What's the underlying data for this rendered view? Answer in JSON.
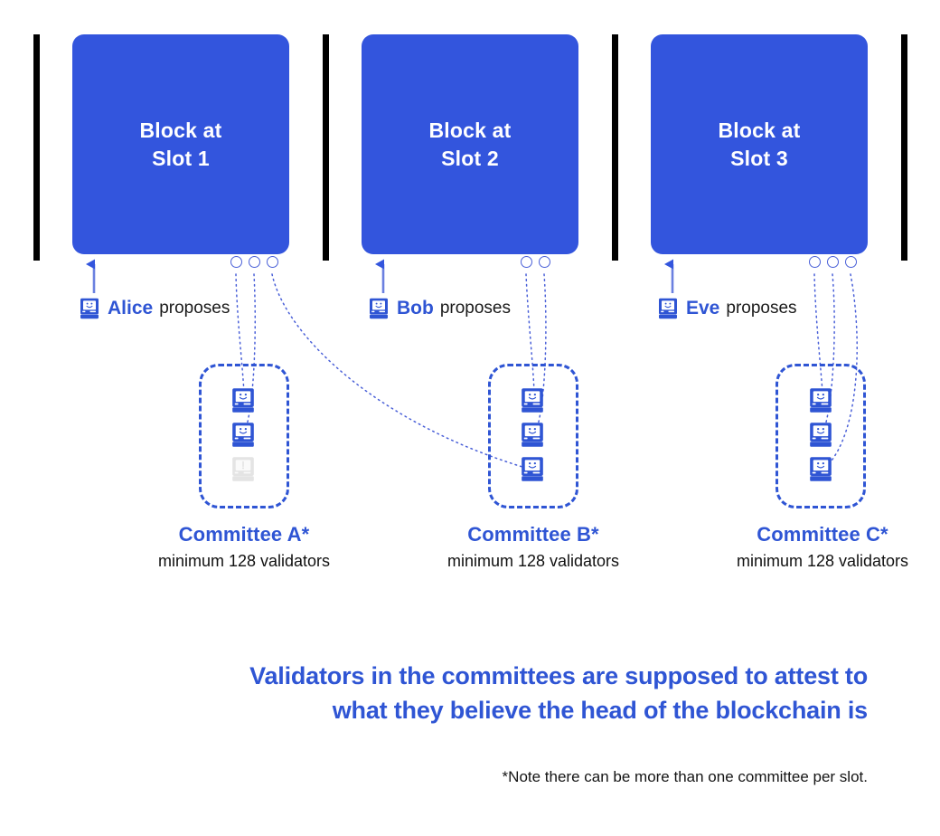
{
  "diagram": {
    "title": "Validators in the committees are supposed to attest to what they believe the head of the blockchain is",
    "colors": {
      "block_blue": "#3355dd",
      "accent_blue": "#2f55d4",
      "wire_blue": "#4a60d8",
      "separator_black": "#000000",
      "inactive_gray": "#e2e2e2",
      "text_black": "#111111",
      "white": "#ffffff"
    }
  },
  "slots": [
    {
      "id": "slot-1",
      "block_line_1": "Block at",
      "block_line_2": "Slot 1",
      "proposer_name": "Alice",
      "proposer_verb": "proposes",
      "attestation_dots": 3,
      "committee_title": "Committee A*",
      "committee_sub": "minimum 128 validators",
      "validators": [
        {
          "state": "active"
        },
        {
          "state": "active"
        },
        {
          "state": "inactive"
        }
      ]
    },
    {
      "id": "slot-2",
      "block_line_1": "Block at",
      "block_line_2": "Slot 2",
      "proposer_name": "Bob",
      "proposer_verb": "proposes",
      "attestation_dots": 2,
      "committee_title": "Committee B*",
      "committee_sub": "minimum 128 validators",
      "validators": [
        {
          "state": "active"
        },
        {
          "state": "active"
        },
        {
          "state": "active"
        }
      ]
    },
    {
      "id": "slot-3",
      "block_line_1": "Block at",
      "block_line_2": "Slot 3",
      "proposer_name": "Eve",
      "proposer_verb": "proposes",
      "attestation_dots": 3,
      "committee_title": "Committee C*",
      "committee_sub": "minimum 128 validators",
      "validators": [
        {
          "state": "active"
        },
        {
          "state": "active"
        },
        {
          "state": "active"
        }
      ]
    }
  ],
  "headline": {
    "line1": "Validators in the committees are supposed to attest to",
    "line2": "what they believe the head of the blockchain is"
  },
  "footnote": {
    "text": "*Note there can be more than one committee per slot."
  },
  "icons": {
    "proposer": "classic-mac-icon",
    "validator": "classic-mac-icon",
    "proposer_arrow": "up-arrow-icon",
    "attestation_dot": "circle-outline-icon"
  }
}
